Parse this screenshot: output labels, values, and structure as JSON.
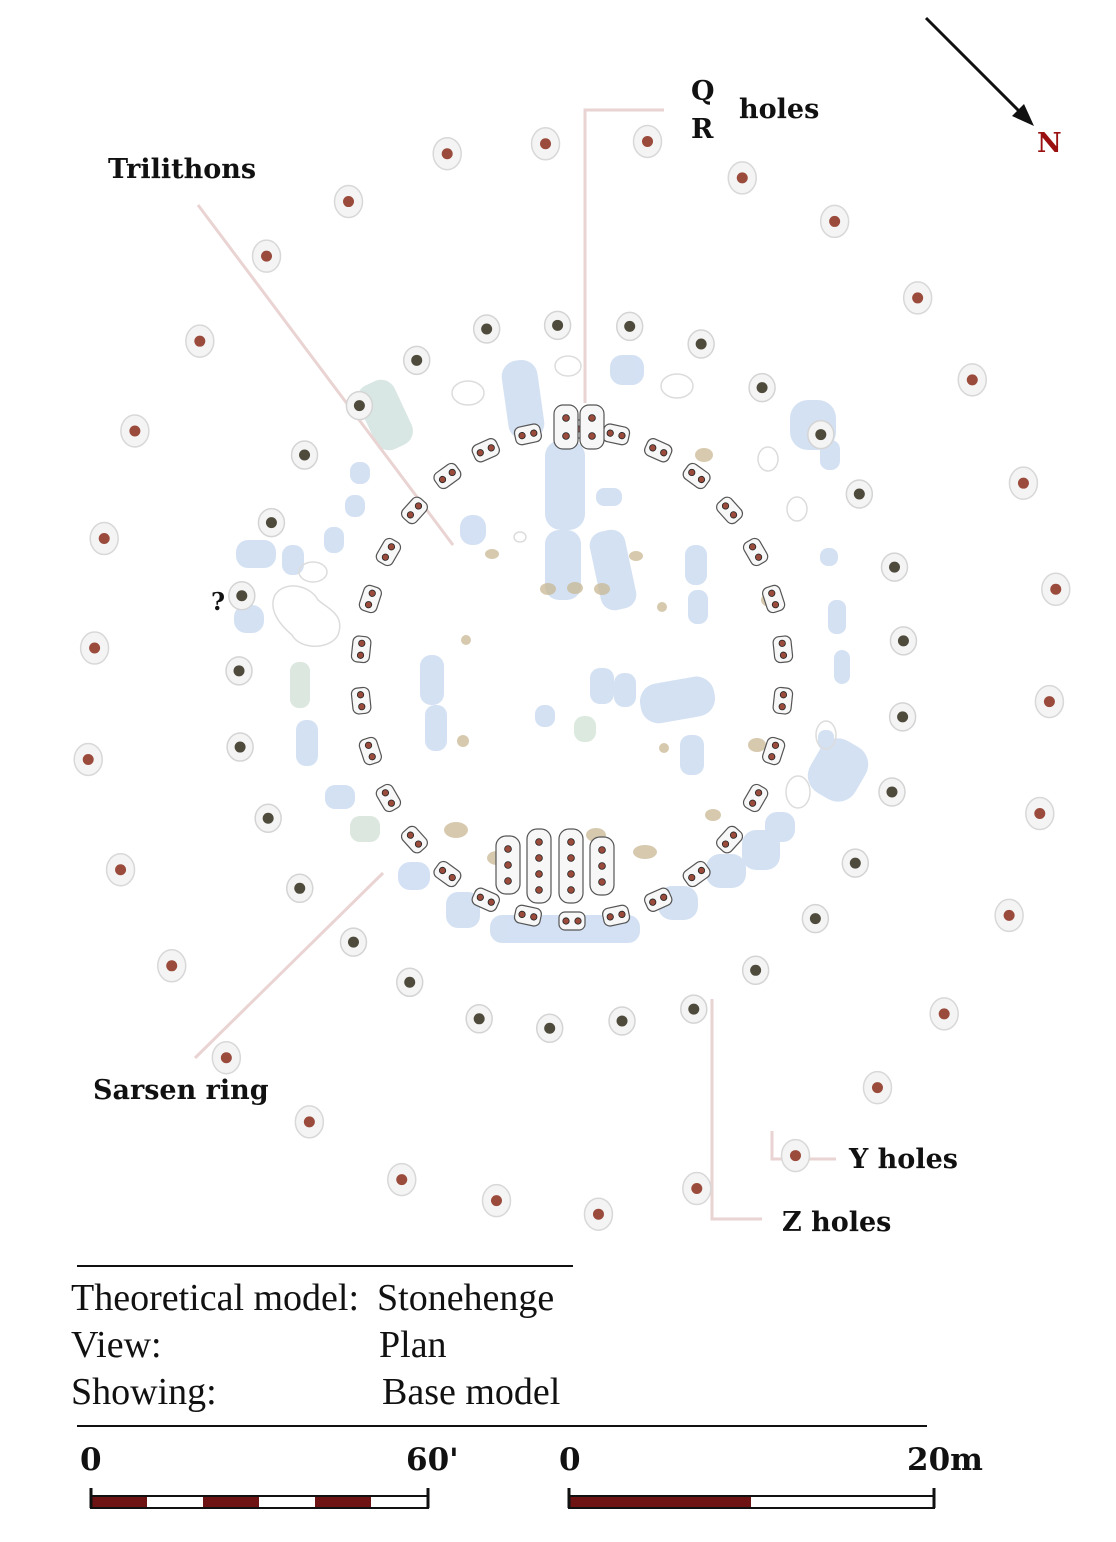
{
  "labels": {
    "q": "Q",
    "r": "R",
    "holes": "holes",
    "trilithons": "Trilithons",
    "question": "?",
    "sarsen_ring": "Sarsen ring",
    "y_holes": "Y holes",
    "z_holes": "Z holes",
    "north": "N"
  },
  "colors": {
    "north_label": "#9a1010",
    "hole_fill": "#9a4b3c",
    "z_hole_fill": "#4e4a3c",
    "bluestone": "#c8d8f0",
    "leader_line": "#e7cfcf",
    "scale_red": "#6e1313"
  },
  "info": {
    "rows": [
      {
        "key": "Theoretical model:",
        "value": "Stonehenge"
      },
      {
        "key": "View:",
        "value": "Plan"
      },
      {
        "key": "Showing:",
        "value": "Base model"
      }
    ]
  },
  "scales": {
    "imperial": {
      "start": "0",
      "end": "60'",
      "segments": 6
    },
    "metric": {
      "start": "0",
      "end": "20m",
      "segments": 2
    }
  }
}
